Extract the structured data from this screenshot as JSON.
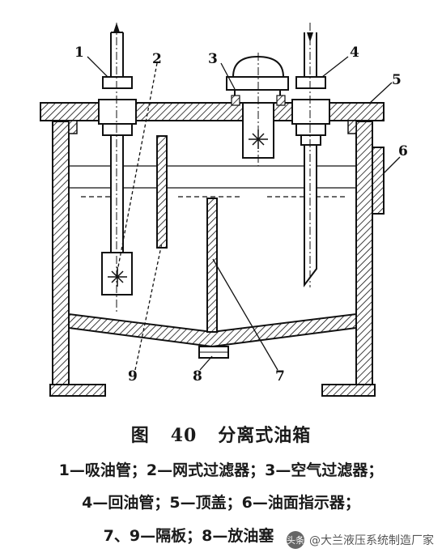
{
  "figure": {
    "title_prefix": "图",
    "number": "40",
    "title": "分离式油箱"
  },
  "callouts": [
    "1",
    "2",
    "3",
    "4",
    "5",
    "6",
    "7",
    "8",
    "9"
  ],
  "legend": {
    "line1": "1—吸油管；2—网式过滤器；3—空气过滤器；",
    "line2": "4—回油管；5—顶盖；6—油面指示器；",
    "line3": "7、9—隔板；8—放油塞"
  },
  "watermark": {
    "logo": "头条",
    "text": "@大兰液压系统制造厂家"
  }
}
